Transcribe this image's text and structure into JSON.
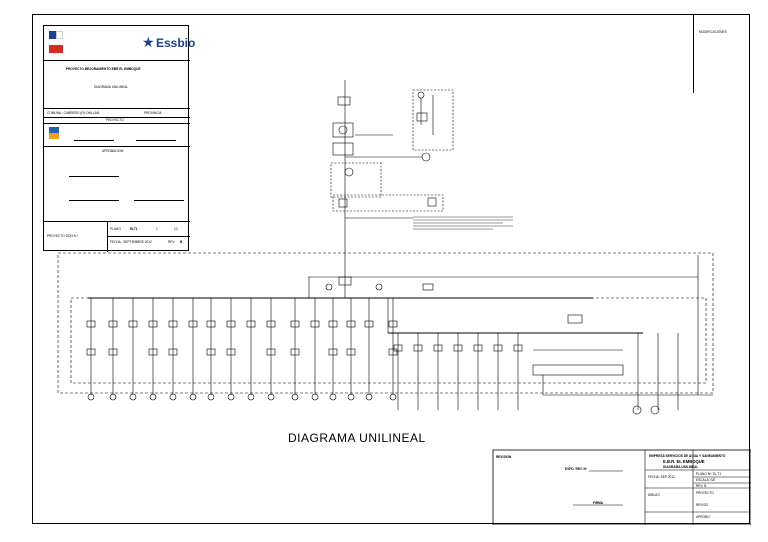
{
  "title_block": {
    "logo_text": "Essbio",
    "project_title": "PROYECTO MEJORAMIENTO EBR EL EMBOQUE",
    "drawing_name": "DIAGRAMA UNILINEAL",
    "location_row": [
      "COMUNA : CABRERO (R) CHILLAN",
      "PROVINCIA"
    ],
    "section_proyecto": "PROYECTO",
    "section_aprobacion": "APROBACION",
    "proyecto_doh": "PROYECTO DOH N.º",
    "plano_label": "PLANO",
    "plano_number": "ELT1",
    "plano_of": "1",
    "plano_total": "10",
    "fecha_label": "FECHA : SEPTIEMBRE 2012",
    "rev_label": "REV:",
    "rev_value": "B"
  },
  "modificaciones_label": "MODIFICACIONES",
  "main_title": "DIAGRAMA UNILINEAL",
  "bottom_block": {
    "left_label": "REVISION",
    "plan_label": "EXPD. REV. Nº",
    "signature_label": "FIRMA",
    "company_line": "EMPRESA SERVICIOS DE AGUA Y SANEAMIENTO",
    "project_line": "E.B.R. EL EMBOQUE",
    "drawing_line": "DIAGRAMA UNILINEAL",
    "fields": [
      "PLANO Nº: EL T1",
      "ESCALA: S/E",
      "REV: B",
      "FECHA: SEP 2012",
      "PROYECTO",
      "DIBUJO",
      "REVISO",
      "APROBO"
    ]
  },
  "colors": {
    "line": "#000000",
    "background": "#ffffff"
  }
}
